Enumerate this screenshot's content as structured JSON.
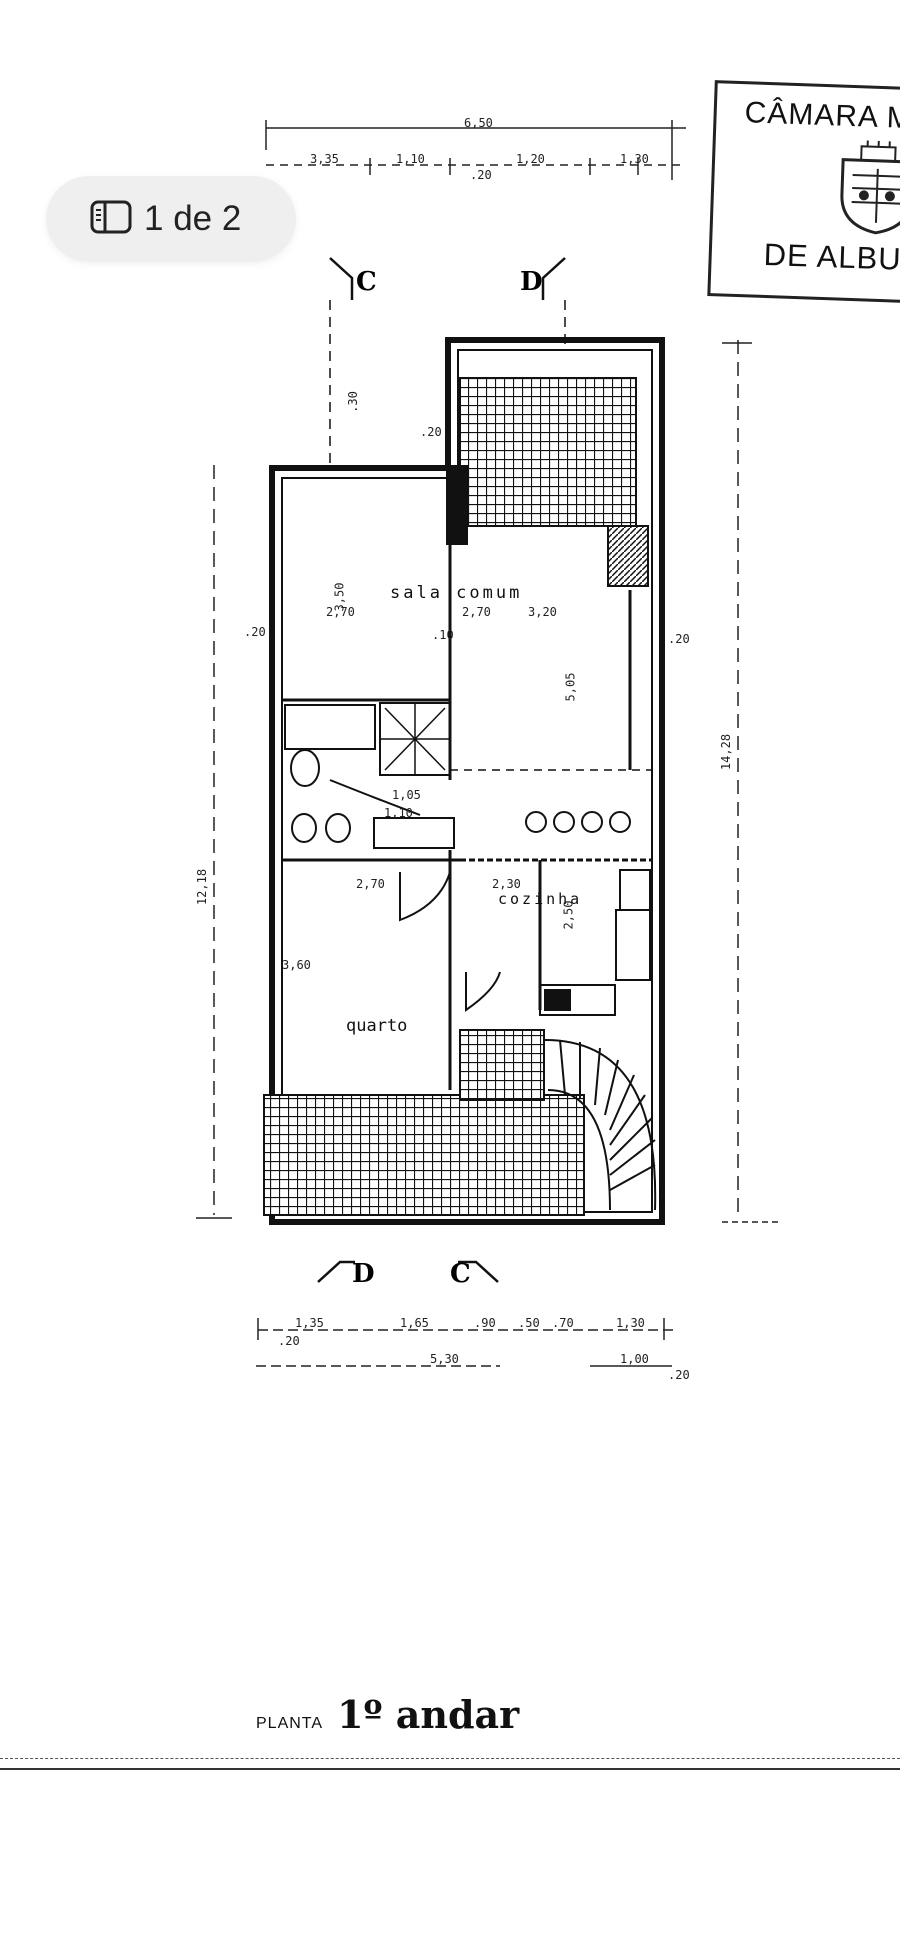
{
  "viewer": {
    "page_indicator": "1 de 2",
    "sidebar_icon": "sidebar-icon"
  },
  "stamp": {
    "line1": "CÂMARA M",
    "line2": "DE ALBU",
    "emblem_icon": "crest-icon"
  },
  "plan": {
    "rooms": {
      "sala": "sala comum",
      "cozinha": "cozinha",
      "quarto": "quarto"
    },
    "section_markers": {
      "top_left": "C",
      "top_right": "D",
      "bottom_left": "D",
      "bottom_right": "C"
    },
    "top_dimensions": {
      "overall": "6,50",
      "d1": "3,35",
      "d2": "1,10",
      "d3": "1,20",
      "d4": "1,30",
      "d5": ".20"
    },
    "bottom_dimensions": {
      "d1": "1,35",
      "d2": "1,65",
      "d3": ".90",
      "d4": ".50",
      "d5": ".70",
      "d6": "1,30",
      "overall": "5,30",
      "extra": "1,00",
      "d7": ".20",
      "d8": ".20"
    },
    "side_dimensions": {
      "left": "12,18",
      "right": "14,28"
    },
    "interior_dimensions": {
      "sala_h": "3,50",
      "sala_w1": "2,70",
      "sala_w2": "3,20",
      "sala_d": "5,05",
      "quarto_w": "2,70",
      "quarto_h": "3,60",
      "coz_w": "2,30",
      "coz_h": "2,50",
      "bath_a": "1,05",
      "bath_b": "1,10",
      "n10": ".10",
      "n20a": ".20",
      "n20b": ".20",
      "n20c": ".20",
      "n30": ".30",
      "n70": "2,70"
    }
  },
  "caption": {
    "small": "PLANTA",
    "big": "1º andar"
  }
}
